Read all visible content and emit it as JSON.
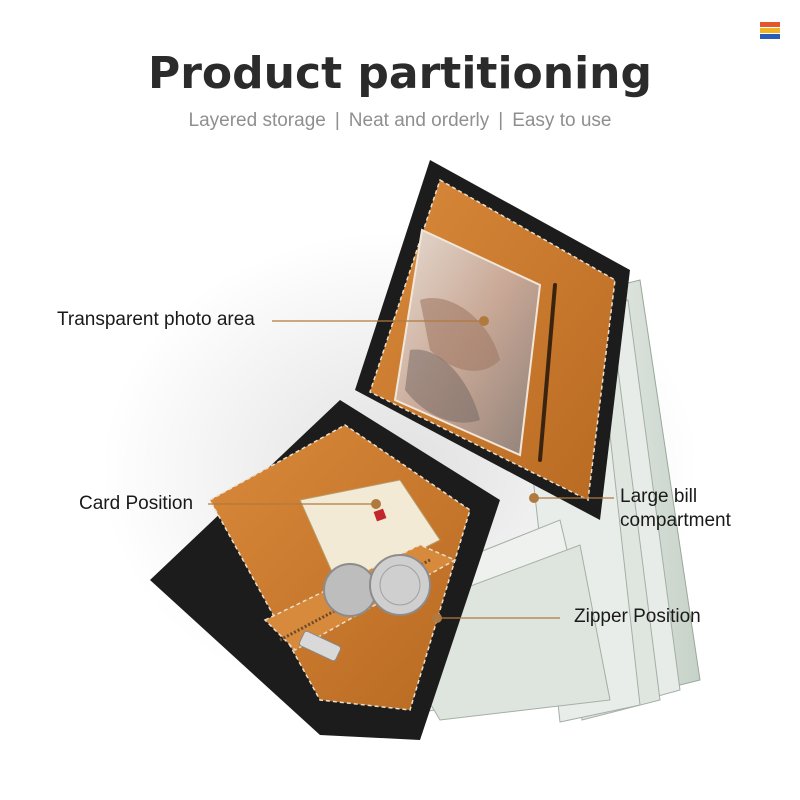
{
  "header": {
    "title": "Product partitioning",
    "subtitle_parts": [
      "Layered storage",
      "Neat and orderly",
      "Easy to use"
    ],
    "separator": "|"
  },
  "callouts": {
    "photo_area": "Transparent photo area",
    "card_position": "Card Position",
    "bill_line1": "Large bill",
    "bill_line2": "compartment",
    "zipper_position": "Zipper Position"
  },
  "colors": {
    "leather_tan": "#c9782c",
    "leather_tan_dark": "#a85f1e",
    "leather_black": "#1c1c1c",
    "stitch": "#e8e0d0",
    "callout_line": "#b07a3e",
    "bill_green": "#cfd9cf",
    "title_text": "#2b2b2b",
    "subtitle_text": "#8f8f8f"
  },
  "icons": {
    "language_flag": "language-flag-icon",
    "callout_dot": "callout-dot-icon"
  }
}
